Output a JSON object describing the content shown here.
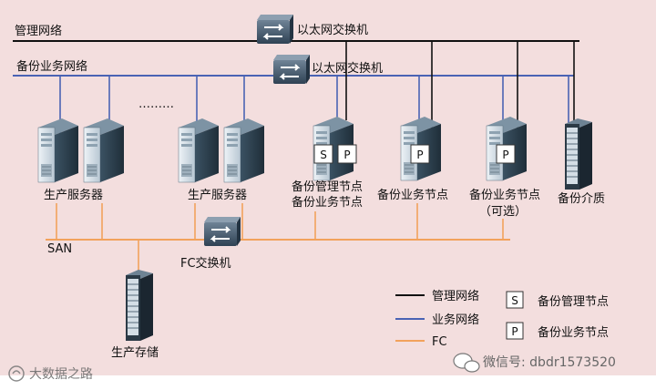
{
  "networks": {
    "management": "管理网络",
    "business": "备份业务网络",
    "san": "SAN"
  },
  "switches": {
    "ethernet_top": "以太网交换机",
    "ethernet_second": "以太网交换机",
    "fc": "FC交换机"
  },
  "nodes": {
    "servers_group1": "生产服务器",
    "ellipsis": "………",
    "servers_group2": "生产服务器",
    "backup_mgmt_line1": "备份管理节点",
    "backup_mgmt_line2": "备份业务节点",
    "backup_business": "备份业务节点",
    "backup_optional_line1": "备份业务节点",
    "backup_optional_line2": "（可选）",
    "backup_media": "备份介质",
    "production_storage": "生产存储"
  },
  "badges": {
    "s": "S",
    "p": "P"
  },
  "legend": {
    "management": "管理网络",
    "business": "业务网络",
    "fc": "FC",
    "s_label": "备份管理节点",
    "p_label": "备份业务节点"
  },
  "watermarks": {
    "left": "大数据之路",
    "right": "微信号: dbdr1573520"
  },
  "colors": {
    "background": "#f3dede",
    "management_line": "#111111",
    "business_line": "#4a63b4",
    "fc_line": "#f2a25c",
    "server_dark": "#2d3f4d",
    "server_light": "#cfdbe4",
    "switch_body": "#3f556b"
  }
}
